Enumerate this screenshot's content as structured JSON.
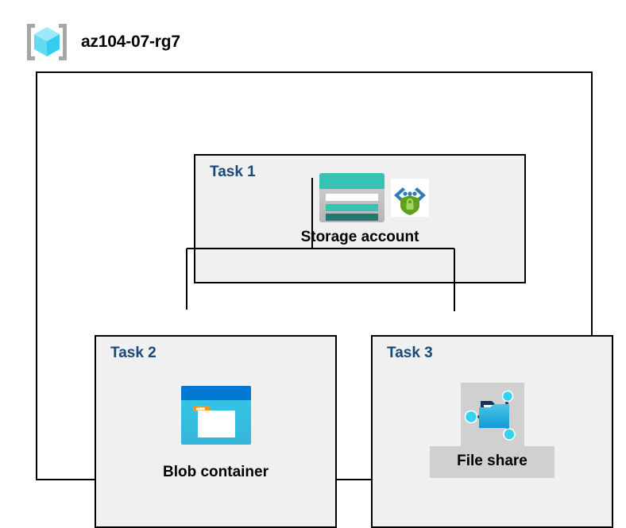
{
  "header": {
    "icon": "resource-group-icon",
    "title": "az104-07-rg7"
  },
  "diagram": {
    "type": "azure-architecture",
    "container": "resource-group",
    "tasks": [
      {
        "label": "Task 1",
        "node": {
          "caption": "Storage account",
          "icons": [
            "storage-account-icon",
            "security-shield-icon"
          ],
          "highlighted": false
        }
      },
      {
        "label": "Task 2",
        "node": {
          "caption": "Blob container",
          "icons": [
            "blob-container-icon"
          ],
          "highlighted": false
        }
      },
      {
        "label": "Task 3",
        "node": {
          "caption": "File share",
          "icons": [
            "file-share-icon"
          ],
          "highlighted": true
        }
      }
    ],
    "connections": [
      {
        "from": "Storage account",
        "to": "Blob container"
      },
      {
        "from": "Storage account",
        "to": "File share"
      }
    ]
  },
  "colors": {
    "task_label": "#1a4977",
    "caption": "#000000",
    "task_fill": "#f0f0f0",
    "border": "#000000",
    "highlight": "#d0d0d0",
    "storage_teal": "#37c2b1",
    "storage_dark_teal": "#1f7a70",
    "blob_blue": "#0078d4",
    "blob_cyan": "#32c8e8",
    "blob_orange": "#f7941e",
    "shield_green": "#5fa01e",
    "bracket_blue": "#2e7dba",
    "cube_cyan": "#62dcf5",
    "bracket_gray": "#a6a6a6"
  }
}
